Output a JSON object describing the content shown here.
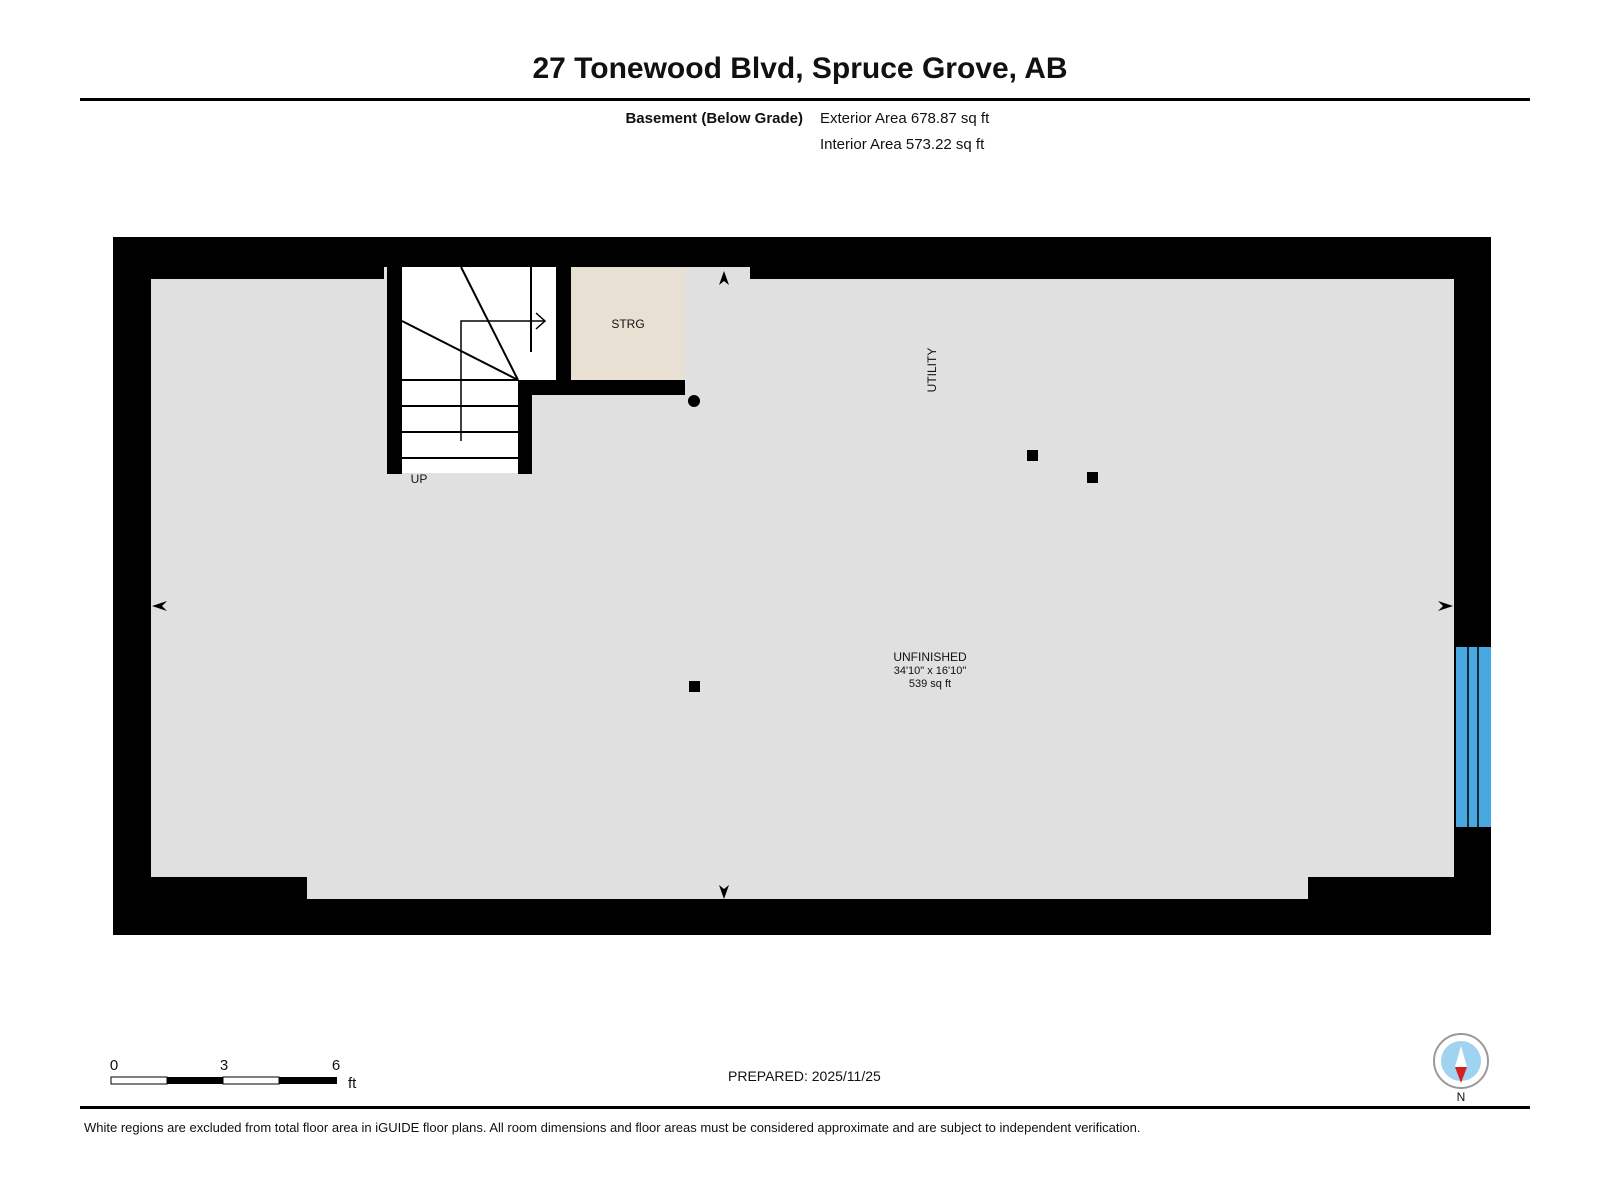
{
  "title": "27 Tonewood Blvd, Spruce Grove, AB",
  "level": {
    "name": "Basement (Below Grade)",
    "exterior_area": "Exterior Area 678.87 sq ft",
    "interior_area": "Interior Area 573.22 sq ft"
  },
  "rooms": {
    "storage": {
      "label": "STRG"
    },
    "utility": {
      "label": "UTILITY"
    },
    "unfinished": {
      "label": "UNFINISHED",
      "dimensions": "34'10\" x 16'10\"",
      "area": "539 sq ft"
    }
  },
  "stairs": {
    "label": "UP"
  },
  "scale": {
    "ticks": [
      "0",
      "3",
      "6"
    ],
    "unit": "ft"
  },
  "compass": {
    "label": "N"
  },
  "prepared": "PREPARED: 2025/11/25",
  "disclaimer": "White regions are excluded from total floor area in iGUIDE floor plans. All room dimensions and floor areas must be considered approximate and are subject to independent verification.",
  "colors": {
    "wall": "#000000",
    "floor": "#e0e0e0",
    "storage_floor": "#e8e0d2",
    "window": "#4aa8e0",
    "compass_arrow": "#d42020",
    "compass_ring": "#9fd3ef"
  }
}
